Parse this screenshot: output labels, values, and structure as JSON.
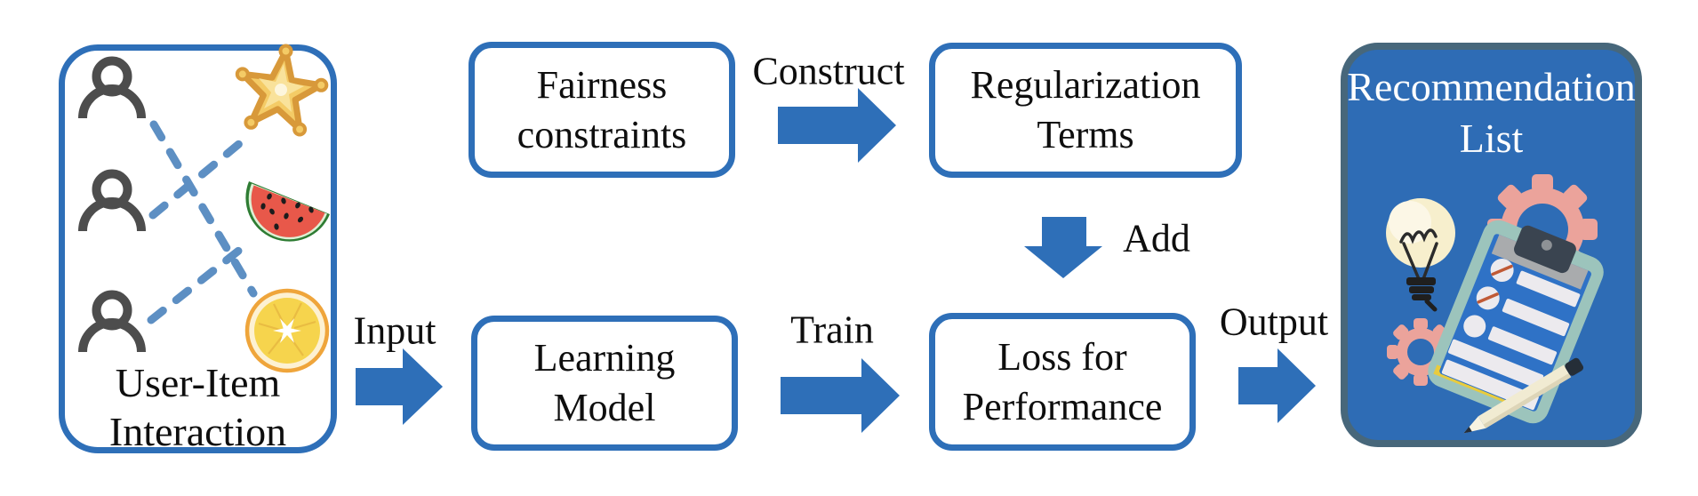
{
  "nodes": {
    "user_item": {
      "lines": [
        "User-Item",
        "Interaction"
      ]
    },
    "fairness": {
      "lines": [
        "Fairness",
        "constraints"
      ]
    },
    "regularization": {
      "lines": [
        "Regularization",
        "Terms"
      ]
    },
    "learning": {
      "lines": [
        "Learning",
        "Model"
      ]
    },
    "loss": {
      "lines": [
        "Loss for",
        "Performance"
      ]
    },
    "recommendation": {
      "lines": [
        "Recommendation",
        "List"
      ]
    }
  },
  "arrows": {
    "input": "Input",
    "construct": "Construct",
    "train": "Train",
    "add": "Add",
    "output": "Output"
  },
  "icons": [
    "user-icon",
    "starfruit-icon",
    "watermelon-icon",
    "orange-slice-icon",
    "lightbulb-icon",
    "gear-icon",
    "clipboard-icon",
    "pencil-icon"
  ],
  "colors": {
    "arrow_blue": "#2e6fb8",
    "box_border_blue": "#2e6fb8",
    "dashed_line_blue": "#5d8fc3",
    "user_gray": "#4d4d4d",
    "recommendation_fill": "#2e6cb5",
    "recommendation_border": "#47677b",
    "text_black": "#0e0e0e",
    "title_white": "#ffffff",
    "gear_salmon": "#eba39b",
    "clipboard_teal": "#9cc4bc",
    "paper_blue": "#2f72c6",
    "watermelon_red": "#e8584a",
    "fruit_yellow": "#f4cb66"
  }
}
